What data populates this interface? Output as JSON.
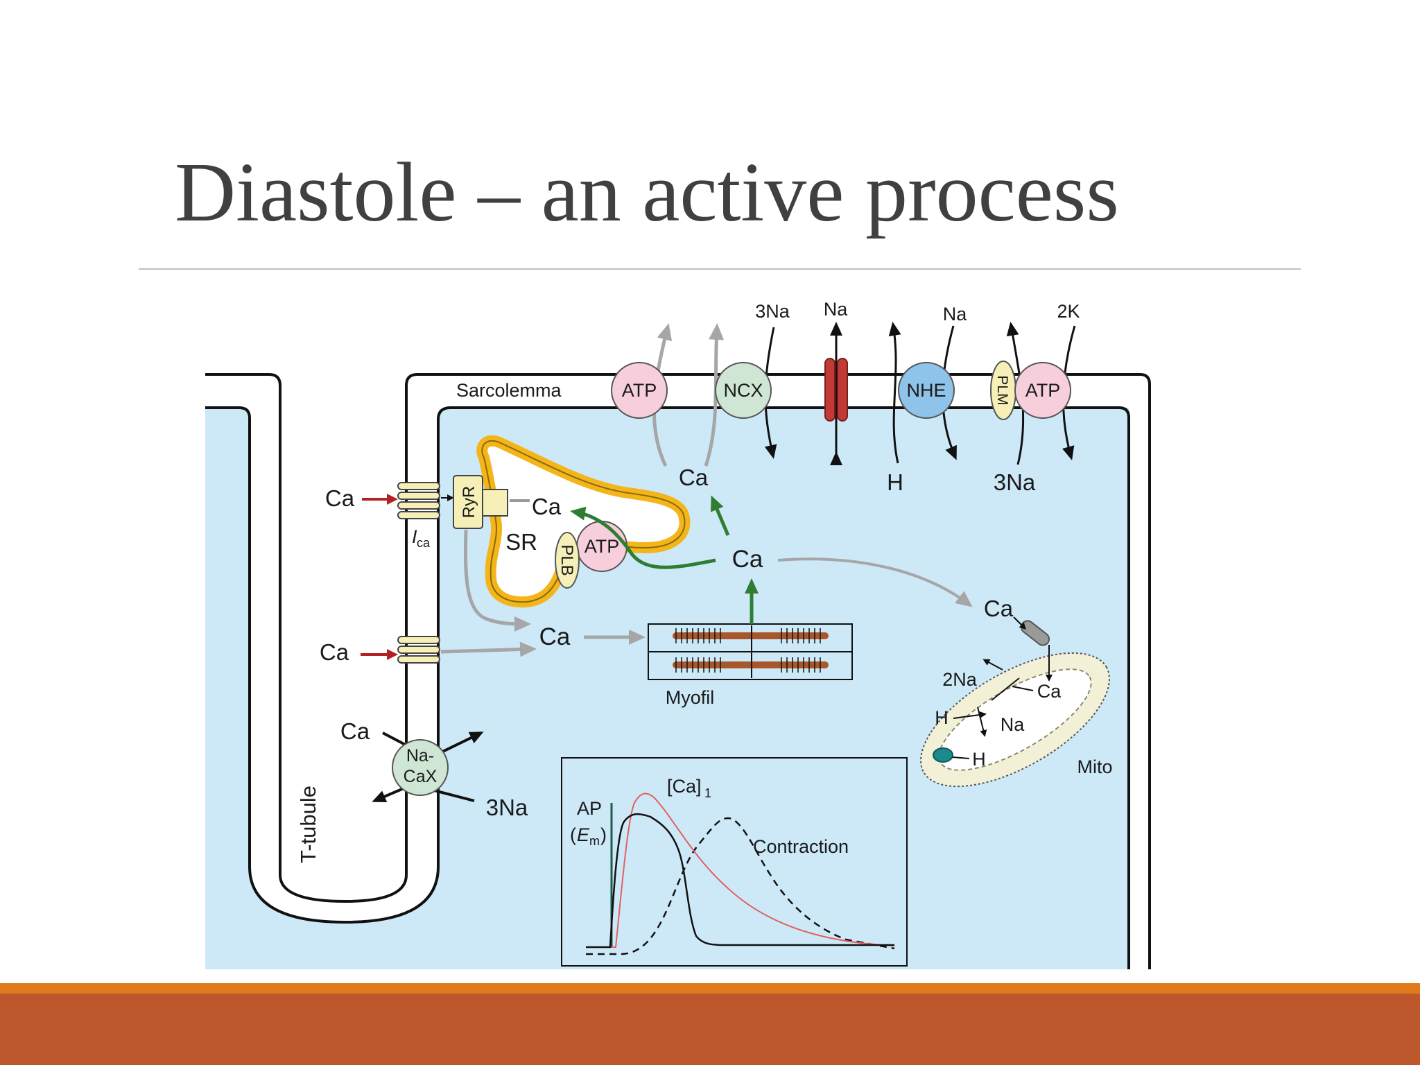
{
  "slide": {
    "title": "Diastole – an active process"
  },
  "theme": {
    "cytoplasm": "#cde9f8",
    "atp": "#f7cfdc",
    "ncx": "#cfe6d5",
    "nhe": "#8ec3ea",
    "plm": "#f6f0b8",
    "sr_membrane": "#f3b51a",
    "na_channel": "#c23a35",
    "flux_green": "#2e7d32",
    "flux_red": "#b22222",
    "flux_gray": "#a6a6a6",
    "myofilament": "#a8562c",
    "footer_orange": "#e07b1c",
    "footer_rust": "#bd582c"
  },
  "diagram": {
    "sarcolemma": "Sarcolemma",
    "t_tubule": "T-tubule",
    "atp": "ATP",
    "ncx": "NCX",
    "nhe": "NHE",
    "plm": "PLM",
    "ryr": "RyR",
    "plb": "PLB",
    "sr": "SR",
    "na_cax_line1": "Na-",
    "na_cax_line2": "CaX",
    "ica_main": "I",
    "ica_sub": "ca",
    "myofil": "Myofil",
    "mito": "Mito",
    "ion_ca": "Ca",
    "ion_3na": "3Na",
    "ion_na": "Na",
    "ion_2k": "2K",
    "ion_h": "H",
    "ion_2na": "2Na"
  },
  "inset": {
    "ap_label": "AP",
    "em_label_open": "(",
    "em_label_e": "E",
    "em_label_sub": "m",
    "em_label_close": ")",
    "ca_label": "[Ca]",
    "ca_label_sub": "1",
    "contraction_label": "Contraction"
  }
}
